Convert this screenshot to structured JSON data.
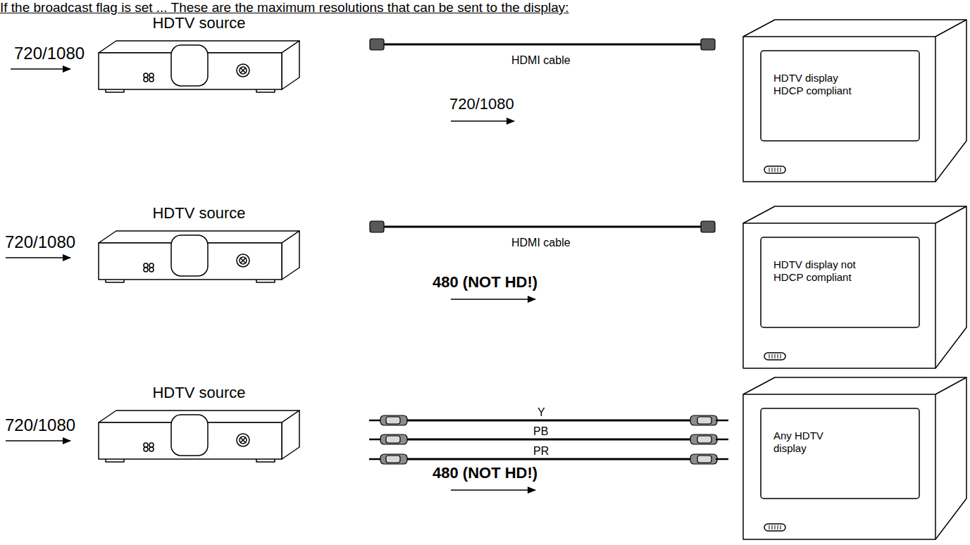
{
  "diagram": {
    "title": "If the broadcast flag is set ... These are the maximum resolutions that can be sent to the display:",
    "nodes": [
      {
        "text": [
          "HDTV source"
        ]
      },
      {
        "text": [
          "HDTV display HDCP compliant"
        ]
      },
      {
        "text": [
          "HDTV source"
        ]
      },
      {
        "text": [
          "HDTV display not HDCP compliant"
        ]
      },
      {
        "text": [
          "HDTV source"
        ]
      },
      {
        "text": [
          "Any HDTV display"
        ]
      }
    ],
    "labels": [
      "720/1080",
      "HDMI cable",
      "720/1080",
      "720/1080",
      "HDMI cable",
      "480 (NOT HD!)",
      "720/1080",
      "Y",
      "PB",
      "PR",
      "480 (NOT HD!)"
    ]
  }
}
